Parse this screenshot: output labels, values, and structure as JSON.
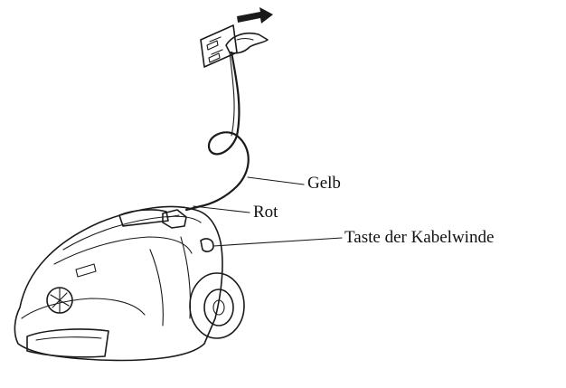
{
  "labels": {
    "yellow": "Gelb",
    "red": "Rot",
    "cord_rewind_button": "Taste der Kabelwinde"
  },
  "colors": {
    "line": "#1a1a1a",
    "background": "#ffffff"
  }
}
